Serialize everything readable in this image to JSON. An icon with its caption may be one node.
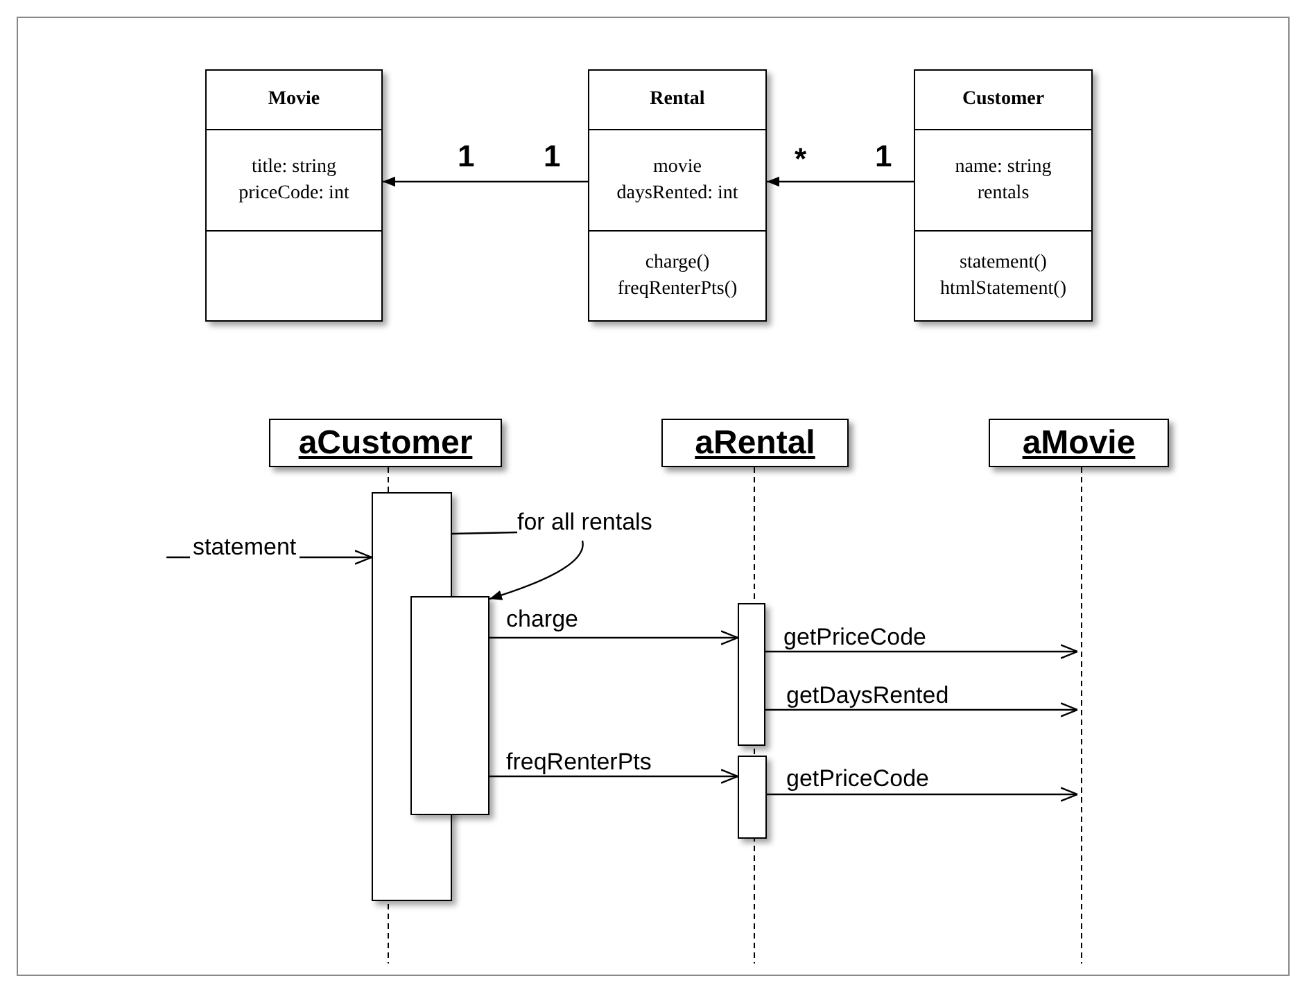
{
  "diagram": {
    "nodes": [
      {
        "text": [
          "Movie",
          "title: string priceCode: int"
        ]
      },
      {
        "text": [
          "Rental",
          "movie daysRented: int",
          "charge() freqRenterPts()"
        ]
      },
      {
        "text": [
          "Customer",
          "name: string rentals",
          "statement() htmlStatement()"
        ]
      },
      {
        "text": [
          "aCustomer"
        ]
      },
      {
        "text": [
          "aRental"
        ]
      },
      {
        "text": [
          "aMovie"
        ]
      },
      {
        "text": [],
        "shape": "line"
      },
      {
        "text": [],
        "shape": "line"
      },
      {
        "text": [],
        "shape": "line"
      },
      {
        "text": [],
        "shape": "bar"
      },
      {
        "text": [],
        "shape": "bar"
      },
      {
        "text": [],
        "shape": "bar"
      },
      {
        "text": [],
        "shape": "bar"
      },
      {
        "text": [
          "for all rentals"
        ]
      }
    ],
    "edges": [
      {
        "from": 1,
        "to": 0,
        "arrow": "to"
      },
      {
        "from": 2,
        "to": 1,
        "arrow": "to"
      },
      {
        "from": null,
        "to": 9,
        "arrow": "to",
        "label": "statement"
      },
      {
        "from": 10,
        "to": 11,
        "arrow": "to",
        "label": "charge"
      },
      {
        "from": 11,
        "to": 8,
        "arrow": "to",
        "label": "getPriceCode"
      },
      {
        "from": 11,
        "to": 8,
        "arrow": "to",
        "label": "getDaysRented"
      },
      {
        "from": 10,
        "to": 12,
        "arrow": "to",
        "label": "freqRenterPts"
      },
      {
        "from": 12,
        "to": 8,
        "arrow": "to",
        "label": "getPriceCode"
      },
      {
        "from": 13,
        "to": 9,
        "arrow": "none"
      },
      {
        "from": 13,
        "to": 10,
        "arrow": "to"
      }
    ],
    "labels": [
      "1",
      "1",
      "*",
      "1"
    ]
  }
}
